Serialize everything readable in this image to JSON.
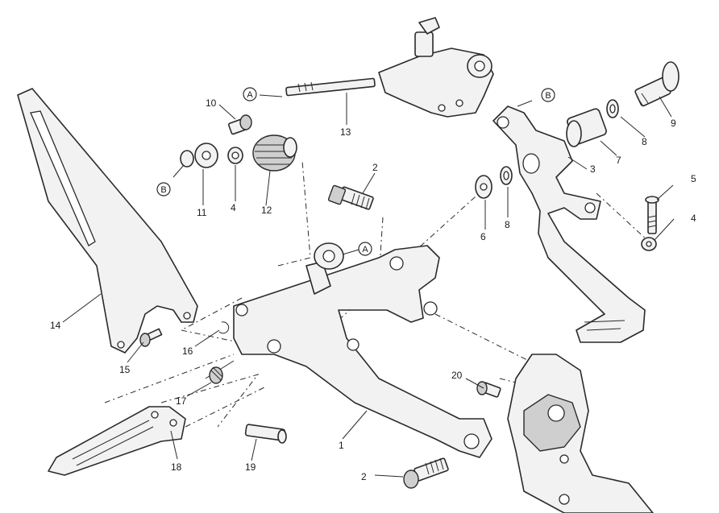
{
  "callouts": {
    "c1": "1",
    "c2a": "2",
    "c2b": "2",
    "c3": "3",
    "c4a": "4",
    "c4b": "4",
    "c5": "5",
    "c6": "6",
    "c7": "7",
    "c8a": "8",
    "c8b": "8",
    "c9": "9",
    "c10": "10",
    "c11": "11",
    "c12": "12",
    "c13": "13",
    "c14": "14",
    "c15": "15",
    "c16": "16",
    "c17": "17",
    "c18": "18",
    "c19": "19",
    "c20": "20"
  },
  "references": {
    "a_top": "A",
    "a_mid": "A",
    "b_left": "B",
    "b_right": "B"
  }
}
